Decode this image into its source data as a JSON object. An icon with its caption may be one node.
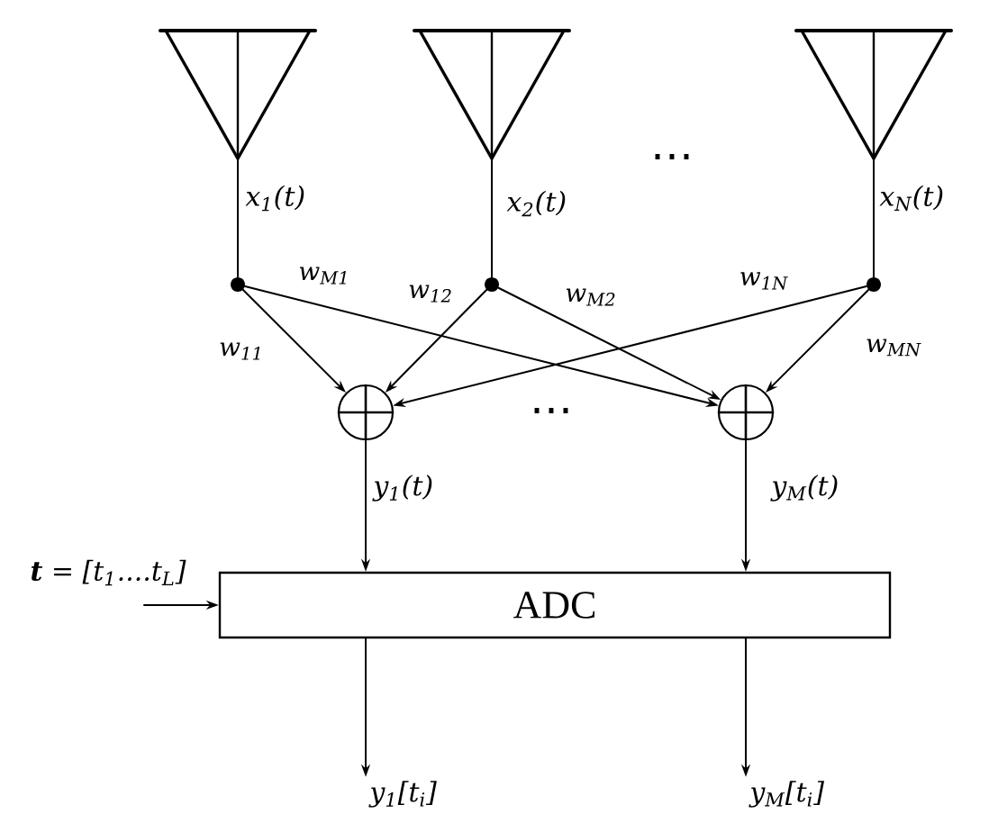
{
  "diagram": {
    "nodes": [
      {
        "text": [],
        "shape": "antenna"
      },
      {
        "text": [],
        "shape": "antenna"
      },
      {
        "text": [],
        "shape": "antenna"
      },
      {
        "text": [],
        "shape": "dot"
      },
      {
        "text": [],
        "shape": "dot"
      },
      {
        "text": [],
        "shape": "dot"
      },
      {
        "text": [],
        "shape": "circle"
      },
      {
        "text": [],
        "shape": "circle"
      },
      {
        "text": [
          "ADC"
        ]
      },
      {
        "text": [
          "y$_{1}$[t$_{i}$]"
        ]
      },
      {
        "text": [
          "y$_{M}$[t$_{i}$]"
        ]
      }
    ],
    "edges": [
      {
        "from": 0,
        "to": 3,
        "arrow": "none",
        "label": "x$_{1}$(t)"
      },
      {
        "from": 1,
        "to": 4,
        "arrow": "none",
        "label": "x$_{2}$(t)"
      },
      {
        "from": 2,
        "to": 5,
        "arrow": "none",
        "label": "x$_{N}$(t)"
      },
      {
        "from": 3,
        "to": 6,
        "arrow": "to",
        "label": "w$_{11}$"
      },
      {
        "from": 3,
        "to": 7,
        "arrow": "to",
        "label": "w$_{M1}$"
      },
      {
        "from": 4,
        "to": 6,
        "arrow": "to",
        "label": "w$_{12}$"
      },
      {
        "from": 4,
        "to": 7,
        "arrow": "to",
        "label": "w$_{M2}$"
      },
      {
        "from": 5,
        "to": 6,
        "arrow": "to",
        "label": "w$_{1N}$"
      },
      {
        "from": 5,
        "to": 7,
        "arrow": "to",
        "label": "w$_{MN}$"
      },
      {
        "from": 6,
        "to": 8,
        "arrow": "to",
        "label": "y$_{1}$(t)"
      },
      {
        "from": 7,
        "to": 8,
        "arrow": "to",
        "label": "y$_{M}$(t)"
      },
      {
        "from": null,
        "to": 8,
        "arrow": "to",
        "label": "**t** = [t$_{1}$....t$_{L}$]"
      },
      {
        "from": 8,
        "to": 9,
        "arrow": "to"
      },
      {
        "from": 8,
        "to": 10,
        "arrow": "to"
      }
    ],
    "labels": [
      "⋯",
      "⋯"
    ]
  }
}
